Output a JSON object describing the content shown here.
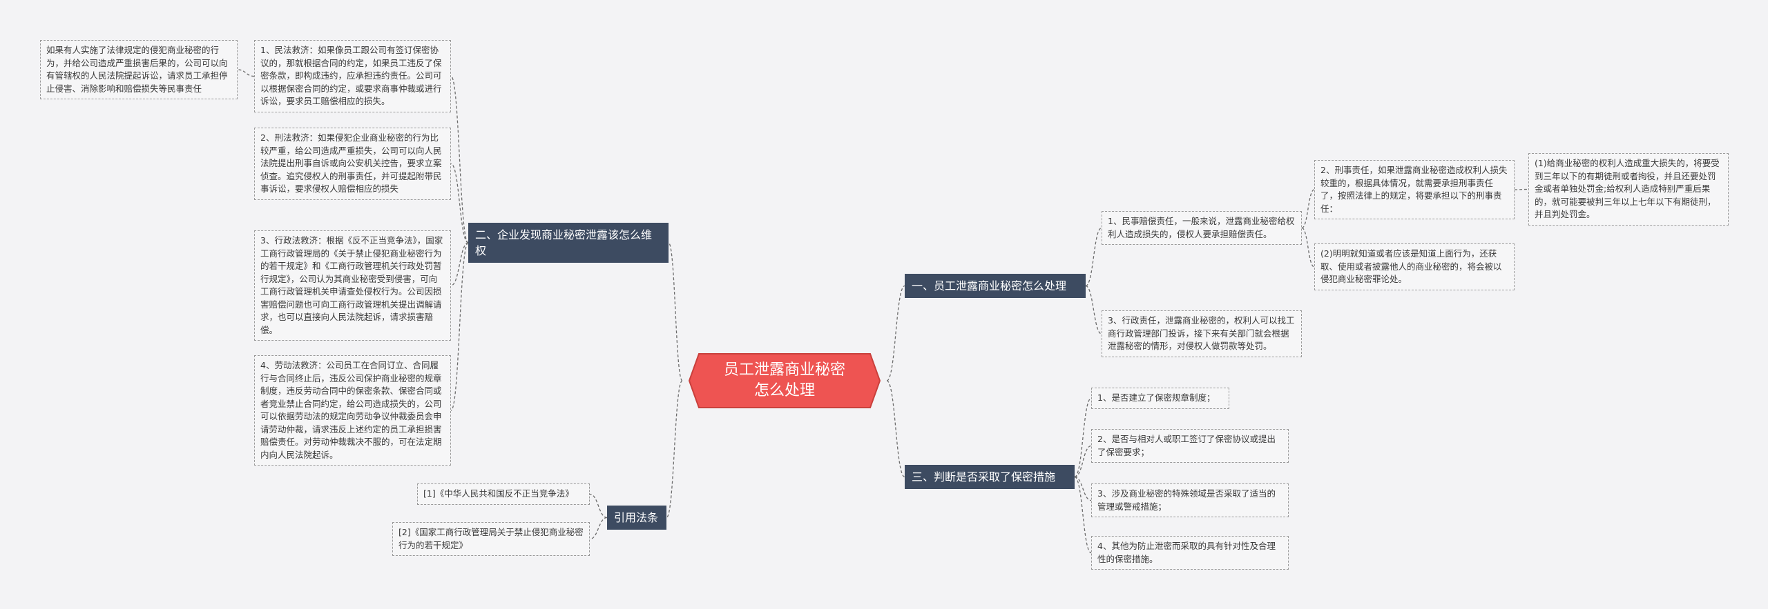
{
  "root": "员工泄露商业秘密怎么处理",
  "branches": {
    "left_top": {
      "label": "二、企业发现商业秘密泄露该怎么维权",
      "children": [
        "1、民法救济：如果像员工跟公司有签订保密协议的，那就根据合同的约定，如果员工违反了保密条款，即构成违约，应承担违约责任。公司可以根据保密合同的约定，或要求商事仲裁或进行诉讼，要求员工赔偿相应的损失。",
        "2、刑法救济：如果侵犯企业商业秘密的行为比较严重，给公司造成严重损失，公司可以向人民法院提出刑事自诉或向公安机关控告，要求立案侦查。追究侵权人的刑事责任，并可提起附带民事诉讼，要求侵权人赔偿相应的损失",
        "3、行政法救济：根据《反不正当竞争法》，国家工商行政管理局的《关于禁止侵犯商业秘密行为的若干规定》和《工商行政管理机关行政处罚暂行规定》，公司认为其商业秘密受到侵害，可向工商行政管理机关申请查处侵权行为。公司因损害赔偿问题也可向工商行政管理机关提出调解请求，也可以直接向人民法院起诉，请求损害赔偿。",
        "4、劳动法救济：公司员工在合同订立、合同履行与合同终止后，违反公司保护商业秘密的规章制度，违反劳动合同中的保密条款、保密合同或者竞业禁止合同约定，给公司造成损失的，公司可以依据劳动法的规定向劳动争议仲裁委员会申请劳动仲裁，请求违反上述约定的员工承担损害赔偿责任。对劳动仲裁裁决不服的，可在法定期内向人民法院起诉。"
      ],
      "first_child_note": "如果有人实施了法律规定的侵犯商业秘密的行为，并给公司造成严重损害后果的，公司可以向有管辖权的人民法院提起诉讼，请求员工承担停止侵害、消除影响和赔偿损失等民事责任"
    },
    "left_bottom": {
      "label": "引用法条",
      "children": [
        "[1]《中华人民共和国反不正当竞争法》",
        "[2]《国家工商行政管理局关于禁止侵犯商业秘密行为的若干规定》"
      ]
    },
    "right_top": {
      "label": "一、员工泄露商业秘密怎么处理",
      "children": [
        "1、民事赔偿责任，一般来说，泄露商业秘密给权利人造成损失的，侵权人要承担赔偿责任。",
        "3、行政责任，泄露商业秘密的，权利人可以找工商行政管理部门投诉，接下来有关部门就会根据泄露秘密的情形，对侵权人做罚款等处罚。"
      ],
      "criminal": {
        "label": "2、刑事责任，如果泄露商业秘密造成权利人损失较重的，根据具体情况，就需要承担刑事责任了，按照法律上的规定，将要承担以下的刑事责任：",
        "children": [
          "(1)给商业秘密的权利人造成重大损失的，将要受到三年以下的有期徒刑或者拘役，并且还要处罚金或者单独处罚金;给权利人造成特别严重后果的，就可能要被判三年以上七年以下有期徒刑，并且判处罚金。",
          "(2)明明就知道或者应该是知道上面行为，还获取、使用或者披露他人的商业秘密的，将会被以侵犯商业秘密罪论处。"
        ]
      }
    },
    "right_bottom": {
      "label": "三、判断是否采取了保密措施",
      "children": [
        "1、是否建立了保密规章制度；",
        "2、是否与相对人或职工签订了保密协议或提出了保密要求；",
        "3、涉及商业秘密的特殊领域是否采取了适当的管理或警戒措施；",
        "4、其他为防止泄密而采取的具有针对性及合理性的保密措施。"
      ]
    }
  },
  "colors": {
    "root": "#ee5452",
    "root_border": "#c9403c",
    "branch": "#3d4b61",
    "line": "#6b6b6b",
    "leaf_border": "#9a9a9a"
  }
}
